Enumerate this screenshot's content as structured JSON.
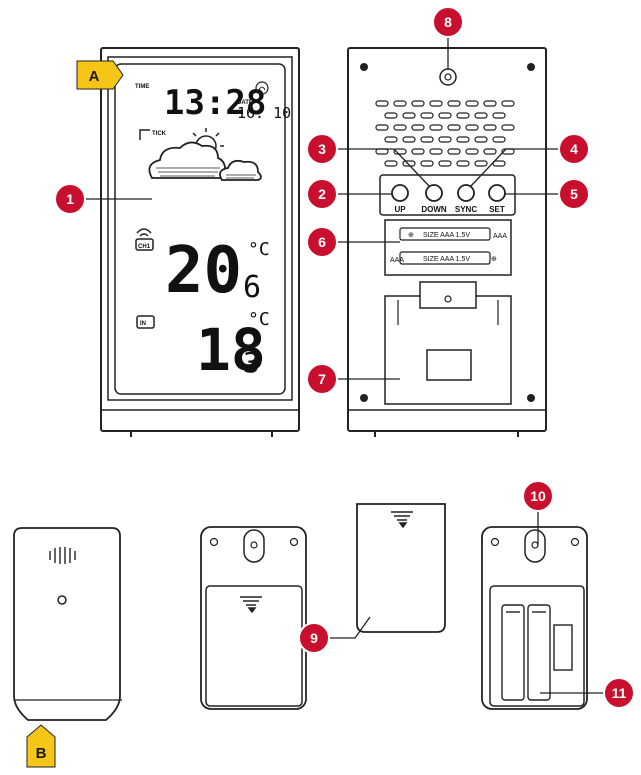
{
  "front_display": {
    "time_label": "TIME",
    "time_value": "13:28",
    "date_label": "DATE",
    "date_value": "16. 10",
    "tick_label": "TICK",
    "outdoor_temp_main": "20",
    "outdoor_temp_decimal": "6",
    "outdoor_unit": "°C",
    "indoor_temp_main": "18",
    "indoor_temp_decimal": "3",
    "indoor_unit": "°C",
    "channel_label": "CH1",
    "indoor_label": "IN"
  },
  "back_panel": {
    "buttons": [
      "UP",
      "DOWN",
      "SYNC",
      "SET"
    ],
    "battery_labels": [
      "SIZE AAA 1.5V",
      "SIZE AAA 1.5V"
    ],
    "battery_terms": [
      "AAA",
      "AAA"
    ]
  },
  "callouts": {
    "numbers": [
      "1",
      "2",
      "3",
      "4",
      "5",
      "6",
      "7",
      "8",
      "9",
      "10",
      "11"
    ],
    "letters": [
      "A",
      "B"
    ],
    "callout_color": "#c8102e",
    "tag_color": "#f5c518"
  }
}
